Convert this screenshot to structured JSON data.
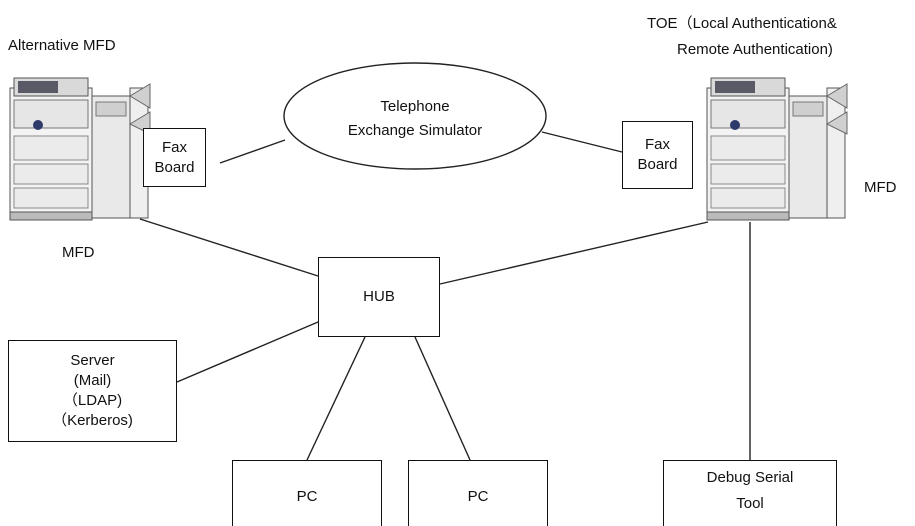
{
  "labels": {
    "alt_mfd_title": "Alternative MFD",
    "alt_mfd_caption": "MFD",
    "toe_title_line1": "TOE（Local Authentication&",
    "toe_title_line2": "Remote Authentication)",
    "toe_mfd_caption": "MFD"
  },
  "nodes": {
    "simulator": {
      "line1": "Telephone",
      "line2": "Exchange Simulator"
    },
    "fax_left": {
      "line1": "Fax",
      "line2": "Board"
    },
    "fax_right": {
      "line1": "Fax",
      "line2": "Board"
    },
    "hub": {
      "label": "HUB"
    },
    "server": {
      "line1": "Server",
      "line2": "(Mail)",
      "line3": "（LDAP)",
      "line4": "（Kerberos)"
    },
    "pc1": {
      "label": "PC"
    },
    "pc2": {
      "label": "PC"
    },
    "debug": {
      "line1": "Debug Serial",
      "line2": "Tool"
    }
  },
  "icons": {
    "mfd": "printer-mfd-icon"
  }
}
